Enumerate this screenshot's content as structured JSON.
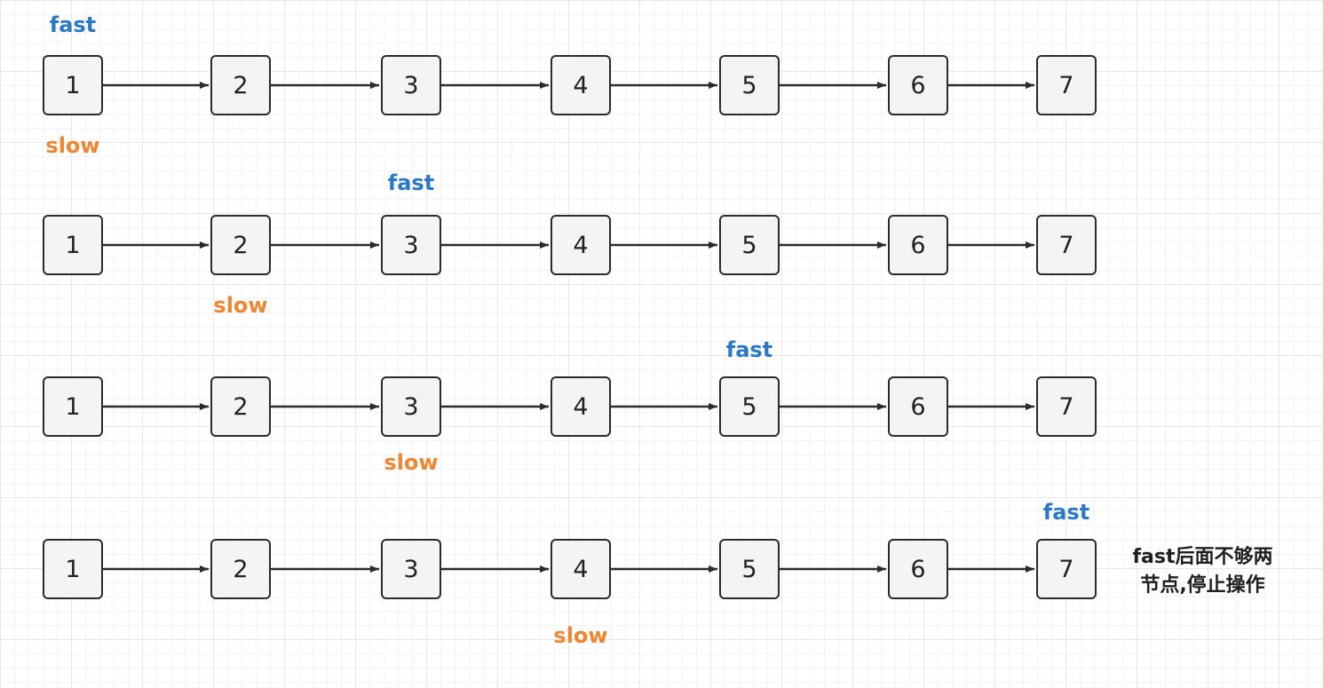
{
  "rows": [
    {
      "nodes": [
        "1",
        "2",
        "3",
        "4",
        "5",
        "6",
        "7"
      ],
      "fast": {
        "label": "fast",
        "node_index": 0
      },
      "slow": {
        "label": "slow",
        "node_index": 0
      }
    },
    {
      "nodes": [
        "1",
        "2",
        "3",
        "4",
        "5",
        "6",
        "7"
      ],
      "fast": {
        "label": "fast",
        "node_index": 2
      },
      "slow": {
        "label": "slow",
        "node_index": 1
      }
    },
    {
      "nodes": [
        "1",
        "2",
        "3",
        "4",
        "5",
        "6",
        "7"
      ],
      "fast": {
        "label": "fast",
        "node_index": 4
      },
      "slow": {
        "label": "slow",
        "node_index": 2
      }
    },
    {
      "nodes": [
        "1",
        "2",
        "3",
        "4",
        "5",
        "6",
        "7"
      ],
      "fast": {
        "label": "fast",
        "node_index": 6
      },
      "slow": {
        "label": "slow",
        "node_index": 3
      }
    }
  ],
  "note": {
    "line1": "fast后面不够两",
    "line2": "节点,停止操作"
  },
  "colors": {
    "fast": "#2a78c8",
    "slow": "#ef8632",
    "node_border": "#2b2b2b",
    "arrow": "#2b2b2b"
  }
}
